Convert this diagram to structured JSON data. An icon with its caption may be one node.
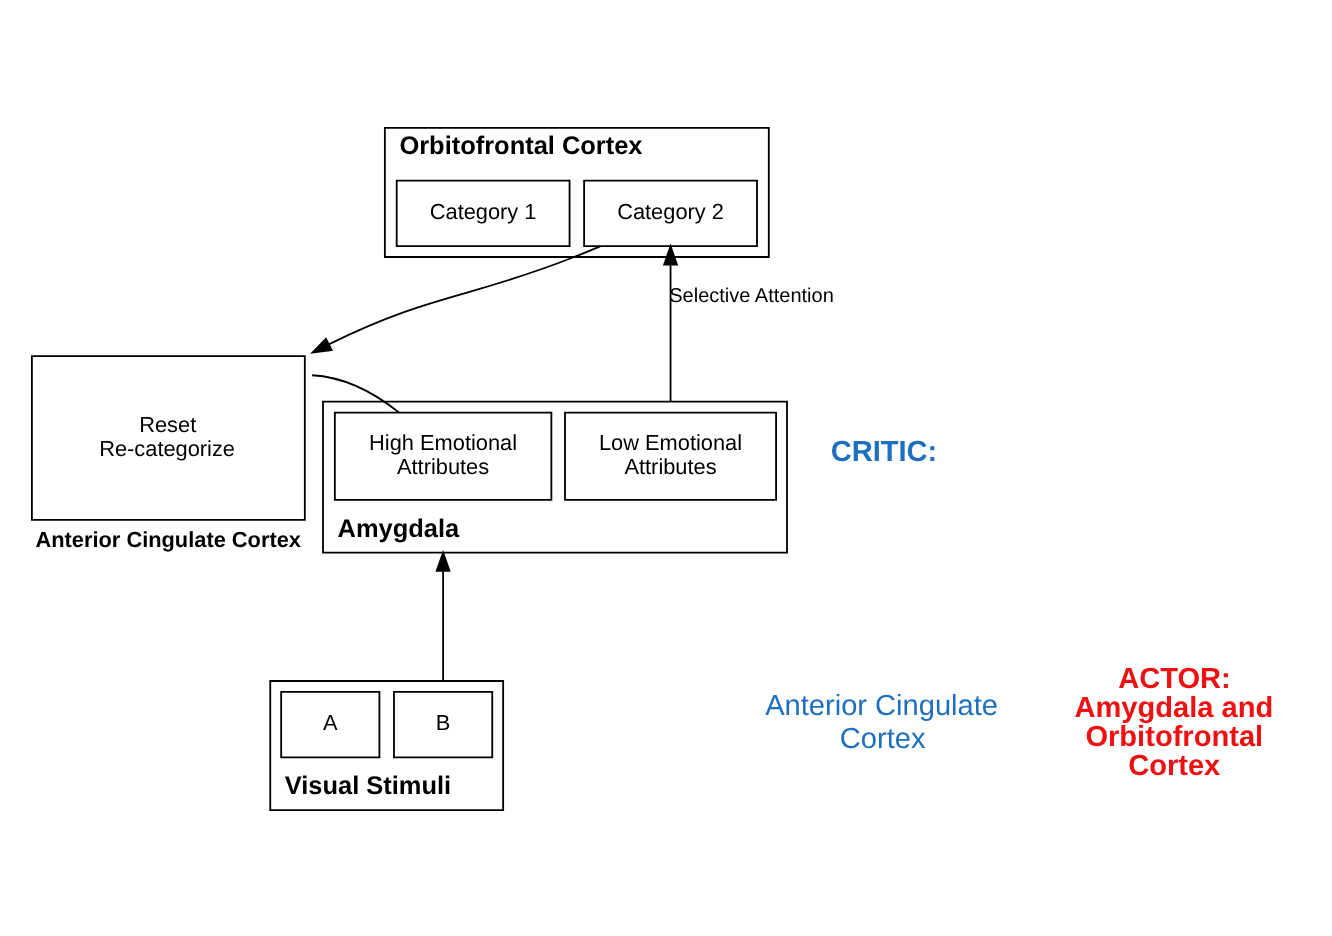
{
  "diagram": {
    "nodes": [
      {
        "text": [
          "Orbitofrontal Cortex"
        ]
      },
      {
        "text": [
          "Category 1"
        ],
        "in": 0
      },
      {
        "text": [
          "Category 2"
        ],
        "in": 0
      },
      {
        "text": [
          "Amygdala"
        ]
      },
      {
        "text": [
          "High Emotional Attributes"
        ],
        "in": 3
      },
      {
        "text": [
          "Low Emotional Attributes"
        ],
        "in": 3
      },
      {
        "text": [
          "Reset Re-categorize",
          "Anterior Cingulate Cortex"
        ]
      },
      {
        "text": [
          "Visual Stimuli"
        ]
      },
      {
        "text": [
          "A"
        ],
        "in": 7
      },
      {
        "text": [
          "B"
        ],
        "in": 7
      }
    ],
    "edges": [
      {
        "from": 7,
        "to": 3,
        "arrow": "to"
      },
      {
        "from": 3,
        "to": 2,
        "arrow": "to",
        "label": "Selective Attention"
      },
      {
        "from": 2,
        "to": 6,
        "arrow": "to"
      },
      {
        "from": 4,
        "to": 6,
        "arrow": "none"
      }
    ],
    "labels": [
      "CRITIC:",
      "Anterior Cingulate Cortex",
      "ACTOR: Amygdala and Orbitofrontal Cortex"
    ]
  }
}
